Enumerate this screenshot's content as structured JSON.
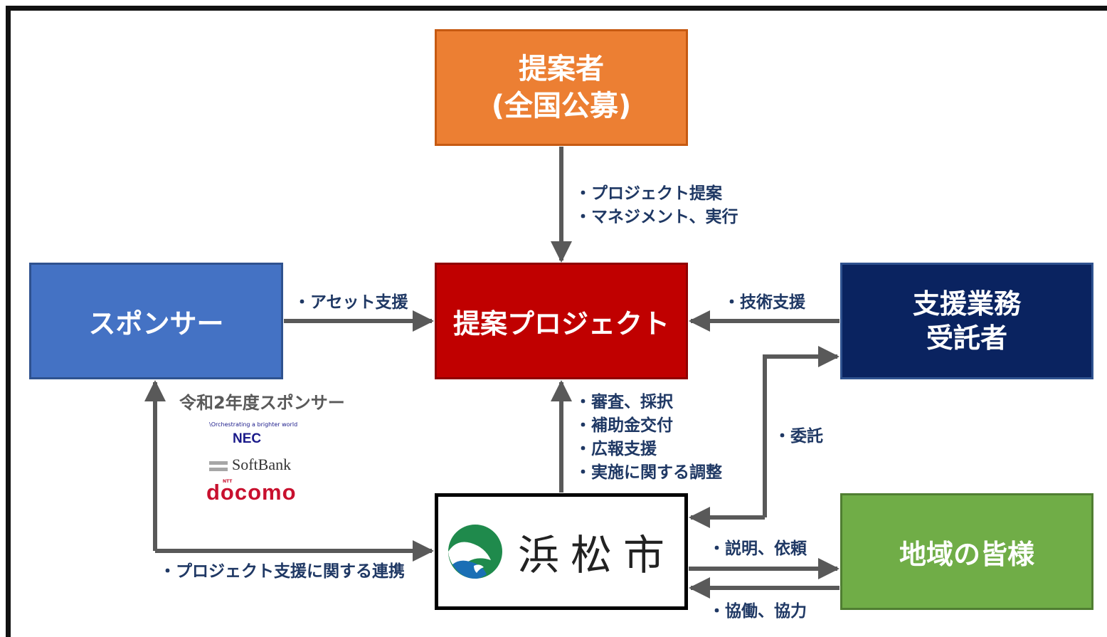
{
  "nodes": {
    "proposer": [
      "提案者",
      "(全国公募)"
    ],
    "project": "提案プロジェクト",
    "sponsor": "スポンサー",
    "support": [
      "支援業務",
      "受託者"
    ],
    "residents": "地域の皆様",
    "city": "浜松市"
  },
  "edges": {
    "proposer_to_project": [
      "・プロジェクト提案",
      "・マネジメント、実行"
    ],
    "sponsor_to_project": "・アセット支援",
    "support_to_project": "・技術支援",
    "city_to_project": [
      "・審査、採択",
      "・補助金交付",
      "・広報支援",
      "・実施に関する調整"
    ],
    "city_to_support": "・委託",
    "city_sponsor_link": "・プロジェクト支援に関する連携",
    "city_to_residents": "・説明、依頼",
    "residents_to_city": "・協働、協力"
  },
  "sponsors": {
    "title": "令和2年度スポンサー",
    "nec_tagline": "\\Orchestrating a brighter world",
    "nec": "NEC",
    "softbank": "SoftBank",
    "docomo": "docomo",
    "docomo_ntt": "NTT"
  },
  "colors": {
    "proposer": "#ec7f33",
    "project": "#c00000",
    "sponsor": "#4472c4",
    "support": "#0a2360",
    "residents": "#70ad47",
    "arrow": "#595959",
    "label": "#1f3864"
  }
}
